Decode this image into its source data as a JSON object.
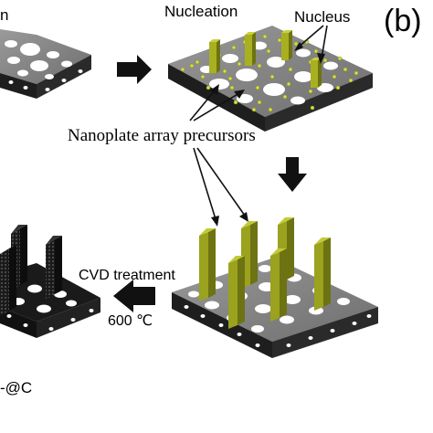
{
  "panel_letter": "(b)",
  "labels": {
    "top_left_fragment": "n",
    "nucleation": "Nucleation",
    "nucleus": "Nucleus",
    "nanoplate_precursors": "Nanoplate array precursors",
    "cvd_treatment": "CVD treatment",
    "temperature": "600 ℃",
    "bottom_left_fragment": "-@C"
  },
  "colors": {
    "substrate_top": "#8a8a8a",
    "substrate_side": "#1e1e1e",
    "precursor_green": "#9aa21e",
    "nucleus_yellow": "#d7e04a",
    "carbon_black": "#1a1a1a"
  }
}
